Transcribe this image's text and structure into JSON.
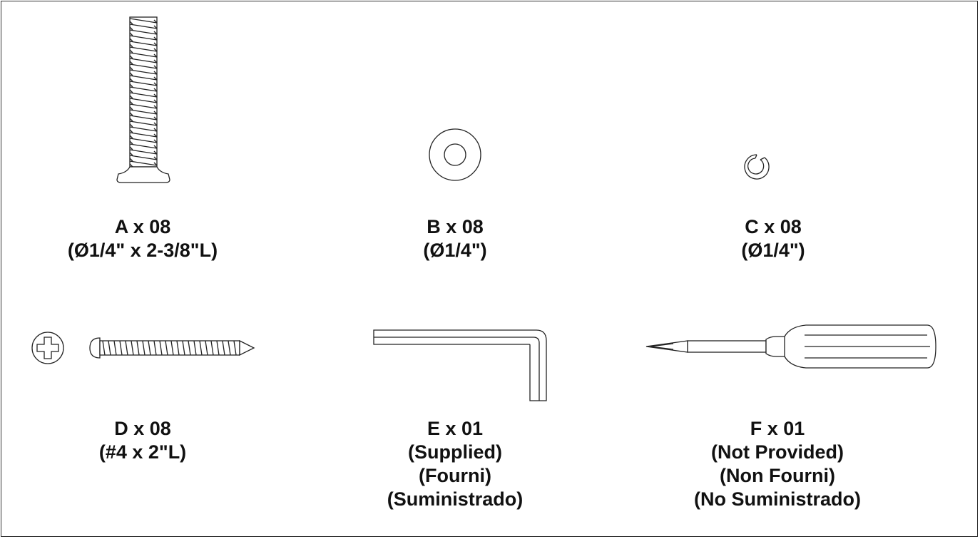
{
  "parts": [
    {
      "id": "A",
      "icon": "machine-screw-icon",
      "lines": [
        "A x 08",
        "(Ø1/4\" x 2-3/8\"L)"
      ]
    },
    {
      "id": "B",
      "icon": "flat-washer-icon",
      "lines": [
        "B x 08",
        "(Ø1/4\")"
      ]
    },
    {
      "id": "C",
      "icon": "lock-washer-icon",
      "lines": [
        "C x 08",
        "(Ø1/4\")"
      ]
    },
    {
      "id": "D",
      "icon": "wood-screw-icon",
      "lines": [
        "D x 08",
        "(#4 x 2\"L)"
      ]
    },
    {
      "id": "E",
      "icon": "allen-key-icon",
      "lines": [
        "E x 01",
        "(Supplied)",
        "(Fourni)",
        "(Suministrado)"
      ]
    },
    {
      "id": "F",
      "icon": "screwdriver-icon",
      "lines": [
        "F x 01",
        "(Not Provided)",
        "(Non Fourni)",
        "(No Suministrado)"
      ]
    }
  ]
}
